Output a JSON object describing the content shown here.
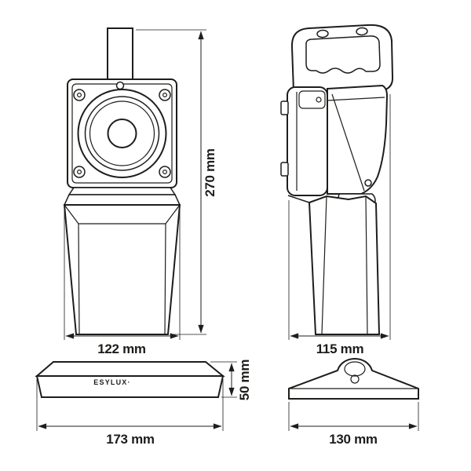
{
  "drawing": {
    "type": "technical-dimension-drawing",
    "line_color": "#1d1d1b",
    "background": "#ffffff",
    "views": {
      "front": {
        "name": "lamp front view",
        "height_dim": "270 mm",
        "width_dim": "122 mm"
      },
      "side": {
        "name": "lamp side view",
        "width_dim": "115 mm"
      },
      "dock_front": {
        "name": "charging dock front view",
        "brand_label": "ESYLUX·",
        "height_dim": "50 mm",
        "width_dim": "173 mm"
      },
      "dock_side": {
        "name": "charging dock side view",
        "width_dim": "130 mm"
      }
    }
  }
}
